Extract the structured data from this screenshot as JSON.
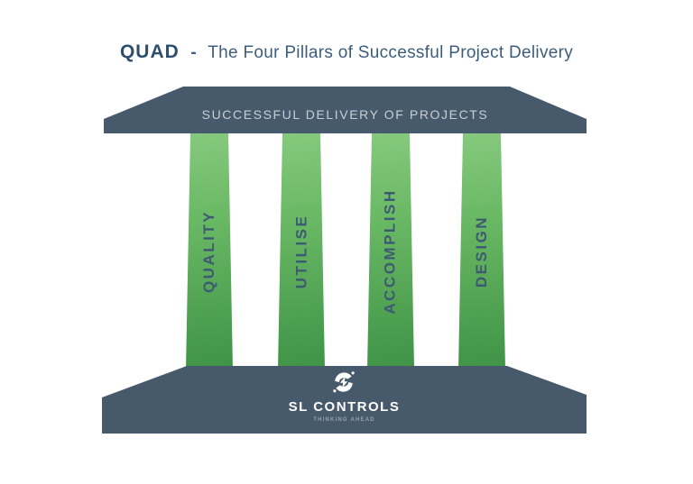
{
  "title": {
    "prefix": "QUAD",
    "separator": "-",
    "text": "The Four Pillars of Successful Project Delivery"
  },
  "roof": {
    "label": "SUCCESSFUL DELIVERY OF PROJECTS"
  },
  "pillars": [
    {
      "label": "QUALITY"
    },
    {
      "label": "UTILISE"
    },
    {
      "label": "ACCOMPLISH"
    },
    {
      "label": "DESIGN"
    }
  ],
  "base": {
    "brand": "SL CONTROLS",
    "tagline": "THINKING AHEAD",
    "logo_icon": "sl-controls-s-swoosh-emblem"
  },
  "colors": {
    "background": "#ffffff",
    "slate": "#465a6c",
    "pillar_green_top": "#86c97e",
    "pillar_green_bottom": "#3f9347",
    "title_text": "#3c5d7c",
    "title_bold_text": "#2e4e6c",
    "roof_text": "#c9ced3",
    "pillar_text": "#3d5a73",
    "brand_text": "#ffffff",
    "tagline_text": "#96a1ac"
  }
}
